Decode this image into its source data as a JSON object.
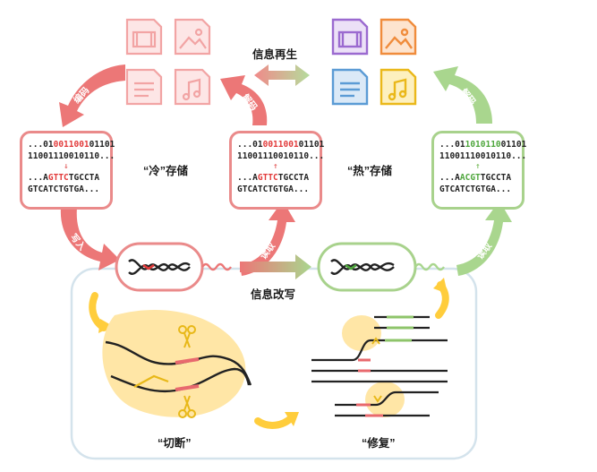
{
  "colors": {
    "red": "#ec7777",
    "red_light": "#f4b3b3",
    "green": "#9ccf7f",
    "green_light": "#c9e6b6",
    "yellow": "#ffe6a6",
    "scissor": "#e8b818",
    "purple": "#9b6ad0",
    "orange": "#f08c3c",
    "blue": "#5b9bd5",
    "gold": "#f2c222"
  },
  "labels": {
    "info_regen": "信息再生",
    "info_rewrite": "信息改写",
    "cold_storage": "“冷”存储",
    "hot_storage": "“热”存储",
    "cut": "“切断”",
    "repair": "“修复”",
    "encode": "编码",
    "decode_mid": "解码",
    "decode_right": "解码",
    "write_in": "写入",
    "read_mid": "读取",
    "read_right": "读取"
  },
  "code_cold_left": {
    "l1_pre": "...01",
    "l1_hi": "0011001",
    "l1_post": "01101",
    "l2": "11001110010110...",
    "l3_pre": "...A",
    "l3_hi": "GTTC",
    "l3_post": "TGCCTA",
    "l4": "GTCATCTGTGA..."
  },
  "code_cold_mid": {
    "l1_pre": "...01",
    "l1_hi": "0011001",
    "l1_post": "01101",
    "l2": "11001110010110...",
    "l3_pre": "...A",
    "l3_hi": "GTTC",
    "l3_post": "TGCCTA",
    "l4": "GTCATCTGTGA..."
  },
  "code_hot_right": {
    "l1_pre": "...01",
    "l1_hi": "1010110",
    "l1_post": "01101",
    "l2": "11001110010110...",
    "l3_pre": "...A",
    "l3_hi": "ACGT",
    "l3_post": "TGCCTA",
    "l4": "GTCATCTGTGA..."
  },
  "icons_left": [
    "film-icon",
    "image-icon",
    "document-icon",
    "music-icon"
  ],
  "icons_right": [
    "film-icon",
    "image-icon",
    "document-icon",
    "music-icon"
  ]
}
